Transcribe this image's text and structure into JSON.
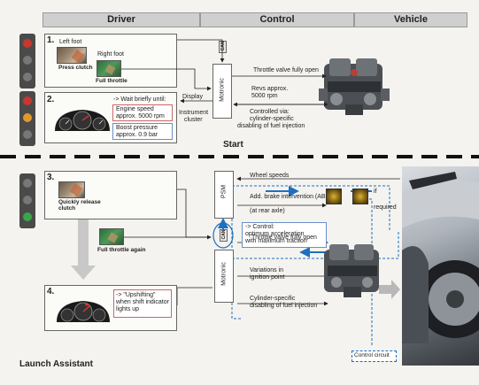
{
  "headers": {
    "driver": "Driver",
    "control": "Control",
    "vehicle": "Vehicle"
  },
  "step1": {
    "num": "1.",
    "left_foot": "Left foot",
    "right_foot": "Right foot",
    "press_clutch": "Press clutch",
    "full_throttle": "Full throttle"
  },
  "step2": {
    "num": "2.",
    "wait": "-> Wait briefly until:",
    "engine_speed_1": "Engine speed",
    "engine_speed_2": "approx. 5000 rpm",
    "boost_1": "Boost pressure",
    "boost_2": "approx. 0.9 bar",
    "display": "Display",
    "instrument_1": "Instrument",
    "instrument_2": "cluster"
  },
  "control_top": {
    "motronic": "Motronic",
    "throttle": "Throttle valve fully open",
    "revs_1": "Revs approx.",
    "revs_2": "5000 rpm",
    "controlled_1": "Controlled via:",
    "controlled_2": "cylinder-specific",
    "controlled_3": "disabling of fuel injection",
    "can": "CAN"
  },
  "start_label": "Start",
  "step3": {
    "num": "3.",
    "quickly_1": "Quickly release",
    "quickly_2": "clutch",
    "full_again": "Full throttle again"
  },
  "step4": {
    "num": "4.",
    "upshift_1": "-> \"Upshifting\"",
    "upshift_2": "when shift indicator",
    "upshift_3": "lights up"
  },
  "control_bottom": {
    "psm": "PSM",
    "motronic": "Motronic",
    "can": "CAN",
    "wheel_speeds": "Wheel speeds",
    "brake_1": "Add. brake intervention (ABD)",
    "brake_2": "(at rear axle)",
    "if_1": "if",
    "if_2": "required",
    "control_1": "-> Control:",
    "control_2": "optimum acceleration",
    "control_3": "with maximum traction",
    "throttle": "Throttle valve fully open",
    "variations_1": "Variations in",
    "variations_2": "ignition point",
    "cyl_1": "Cylinder-specific",
    "cyl_2": "disabling of fuel injection",
    "control_circuit": "Control circuit"
  },
  "footer_title": "Launch Assistant",
  "colors": {
    "header_bg": "#cfcfcf",
    "lamp_red": "#c8372d",
    "lamp_amber": "#e09a2a",
    "lamp_green": "#3aa64a",
    "lamp_off": "#777777",
    "accent_blue": "#1f6fc0",
    "dash_black": "#111111"
  },
  "icons": [
    "traffic-light-icon",
    "clutch-pedal-icon",
    "throttle-pedal-icon",
    "instrument-cluster-icon",
    "engine-icon",
    "brake-caliper-icon",
    "car-photo-icon"
  ]
}
